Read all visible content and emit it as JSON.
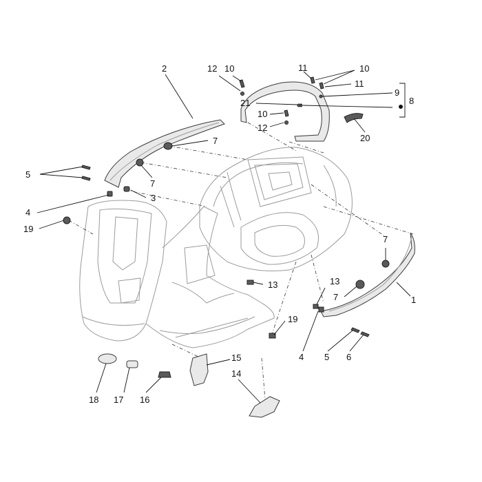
{
  "labels": {
    "n1": "1",
    "n2": "2",
    "n3": "3",
    "n4a": "4",
    "n4b": "4",
    "n5a": "5",
    "n5b": "5",
    "n6": "6",
    "n7a": "7",
    "n7b": "7",
    "n7c": "7",
    "n7d": "7",
    "n8": "8",
    "n9": "9",
    "n10a": "10",
    "n10b": "10",
    "n10c": "10",
    "n11a": "11",
    "n11b": "11",
    "n12a": "12",
    "n12b": "12",
    "n13a": "13",
    "n13b": "13",
    "n14": "14",
    "n15": "15",
    "n16": "16",
    "n17": "17",
    "n18": "18",
    "n19a": "19",
    "n19b": "19",
    "n20": "20",
    "n21": "21"
  }
}
